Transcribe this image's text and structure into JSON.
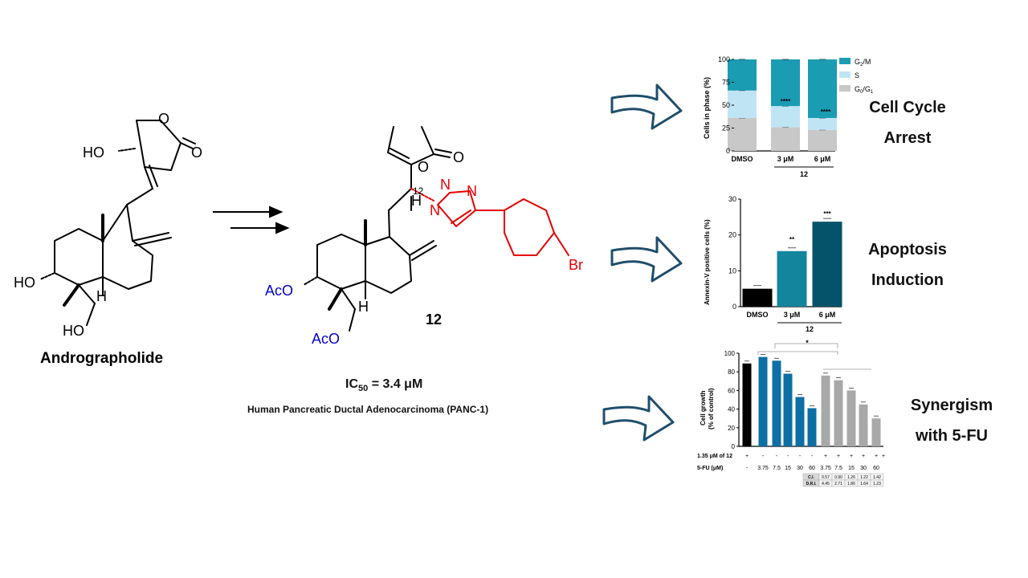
{
  "colors": {
    "red": "#e60000",
    "blue": "#0000cc",
    "g2m": "#1a9cb3",
    "s_phase": "#bfe5f5",
    "g0g1": "#c8c8c8",
    "apop_dmso": "#000000",
    "apop_3": "#13869e",
    "apop_6": "#04536a",
    "syn_black": "#000000",
    "syn_blue": "#0d6fa3",
    "syn_gray": "#a8a8a8",
    "arrow_fill": "#ffffff",
    "arrow_stroke": "#1f4e6b"
  },
  "left_molecule": {
    "name": "Andrographolide",
    "labels": {
      "ho_top": "HO",
      "o_ring": "O",
      "o_carbonyl": "O",
      "ho_left": "HO",
      "ho_bottom": "HO",
      "h": "H"
    }
  },
  "right_molecule": {
    "compound_number": "12",
    "labels": {
      "o_ring": "O",
      "o_carbonyl": "O",
      "position": "12",
      "h": "H",
      "h_ring": "H",
      "n1": "N",
      "n2": "N",
      "n3": "N",
      "br": "Br",
      "aco_top": "AcO",
      "aco_bottom": "AcO"
    },
    "ic50_label": "IC",
    "ic50_sub": "50",
    "ic50_value": " = 3.4 μM",
    "cell_line": "Human Pancreatic Ductal Adenocarcinoma (PANC-1)"
  },
  "outcomes": {
    "cell_cycle": {
      "line1": "Cell Cycle",
      "line2": "Arrest"
    },
    "apoptosis": {
      "line1": "Apoptosis",
      "line2": "Induction"
    },
    "synergism": {
      "line1": "Synergism",
      "line2": "with 5-FU"
    }
  },
  "chart_data": [
    {
      "type": "bar",
      "stacked": true,
      "categories": [
        "DMSO",
        "3 μM",
        "6 μM"
      ],
      "group_label": "12",
      "ylabel": "Cells in phase (%)",
      "ylim": [
        0,
        100
      ],
      "yticks": [
        "0",
        "25",
        "50",
        "75",
        "100"
      ],
      "series": [
        {
          "name": "G0/G1",
          "values": [
            36,
            26,
            23
          ]
        },
        {
          "name": "S",
          "values": [
            30,
            23,
            13
          ]
        },
        {
          "name": "G2/M",
          "values": [
            34,
            51,
            64
          ]
        }
      ],
      "legend": {
        "g2m_main": "G",
        "g2m_sub": "2",
        "g2m_rest": "/M",
        "s": "S",
        "g0_main": "G",
        "g0_sub": "0",
        "g0_mid": "/G",
        "g1_sub": "1"
      },
      "annotations": [
        "****",
        "****"
      ]
    },
    {
      "type": "bar",
      "categories": [
        "DMSO",
        "3 μM",
        "6 μM"
      ],
      "group_label": "12",
      "values": [
        5,
        15.5,
        23.7
      ],
      "ylabel": "Annexin-V positive cells (%)",
      "ylim": [
        0,
        30
      ],
      "yticks": [
        "0",
        "10",
        "20",
        "30"
      ],
      "annotations": [
        "",
        "**",
        "***"
      ]
    },
    {
      "type": "bar",
      "categories": [
        "",
        "",
        "",
        "",
        "",
        "",
        "",
        "",
        "",
        "",
        "",
        "",
        ""
      ],
      "values": [
        89,
        96,
        92,
        78,
        53,
        41,
        76,
        71,
        60,
        45,
        30,
        0,
        0
      ],
      "ylabel": "Cell growth",
      "ylabel2": "(% of control)",
      "ylim": [
        0,
        100
      ],
      "yticks": [
        "0",
        "20",
        "40",
        "60",
        "80",
        "100"
      ],
      "row1_label": "1.35 μM of 12",
      "row1_values": [
        "+",
        "-",
        "-",
        "-",
        "-",
        "-",
        "+",
        "+",
        "+",
        "+",
        "+",
        "+"
      ],
      "row2_label": "5-FU (μM)",
      "row2_values": [
        "-",
        "3.75",
        "7.5",
        "15",
        "30",
        "60",
        "3.75",
        "7.5",
        "15",
        "30",
        "60"
      ],
      "significance": "*",
      "table": {
        "ci_label": "C.I.",
        "dri_label": "D.R.I.",
        "ci": [
          "0.57",
          "0.90",
          "1.26",
          "1.22",
          "1.42"
        ],
        "dri": [
          "4.45",
          "2.71",
          "1.86",
          "1.64",
          "1.23"
        ]
      }
    }
  ]
}
